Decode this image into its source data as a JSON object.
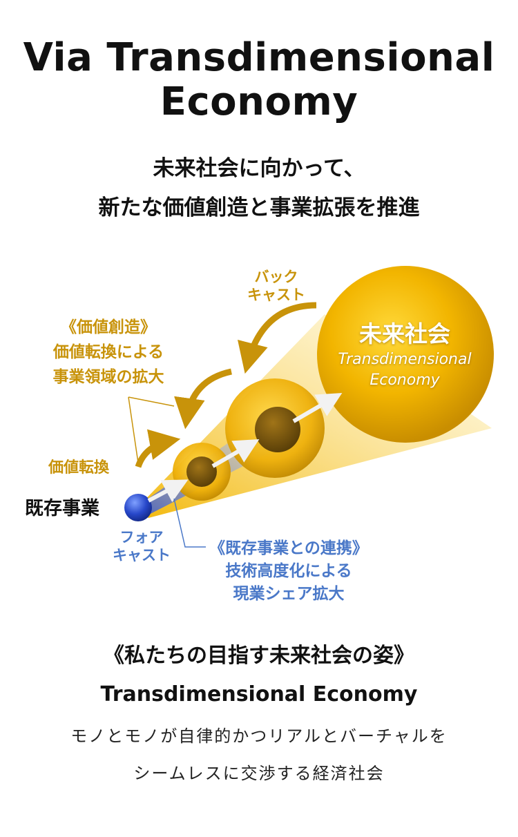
{
  "title": {
    "line1": "Via Transdimensional",
    "line2": "Economy"
  },
  "subtitle": {
    "line1": "未来社会に向かって、",
    "line2": "新たな価値創造と事業拡張を推進"
  },
  "diagram": {
    "backcast": {
      "line1": "バック",
      "line2": "キャスト"
    },
    "value_creation": {
      "line1": "《価値創造》",
      "line2": "価値転換による",
      "line3": "事業領域の拡大"
    },
    "value_conversion": "価値転換",
    "existing_business": "既存事業",
    "forecast": {
      "line1": "フォア",
      "line2": "キャスト"
    },
    "collaboration": {
      "line1": "《既存事業との連携》",
      "line2": "技術高度化による",
      "line3": "現業シェア拡大"
    },
    "future_society": {
      "title": "未来社会",
      "line1": "Transdimensional",
      "line2": "Economy"
    },
    "colors": {
      "gold": "#c8930a",
      "blue": "#4a78c8",
      "sphere_gold": "#f2b500",
      "sphere_blue": "#2747c9"
    }
  },
  "vision": {
    "heading": "《私たちの目指す未来社会の姿》",
    "name": "Transdimensional Economy",
    "desc_line1": "モノとモノが自律的かつリアルとバーチャルを",
    "desc_line2": "シームレスに交渉する経済社会"
  }
}
